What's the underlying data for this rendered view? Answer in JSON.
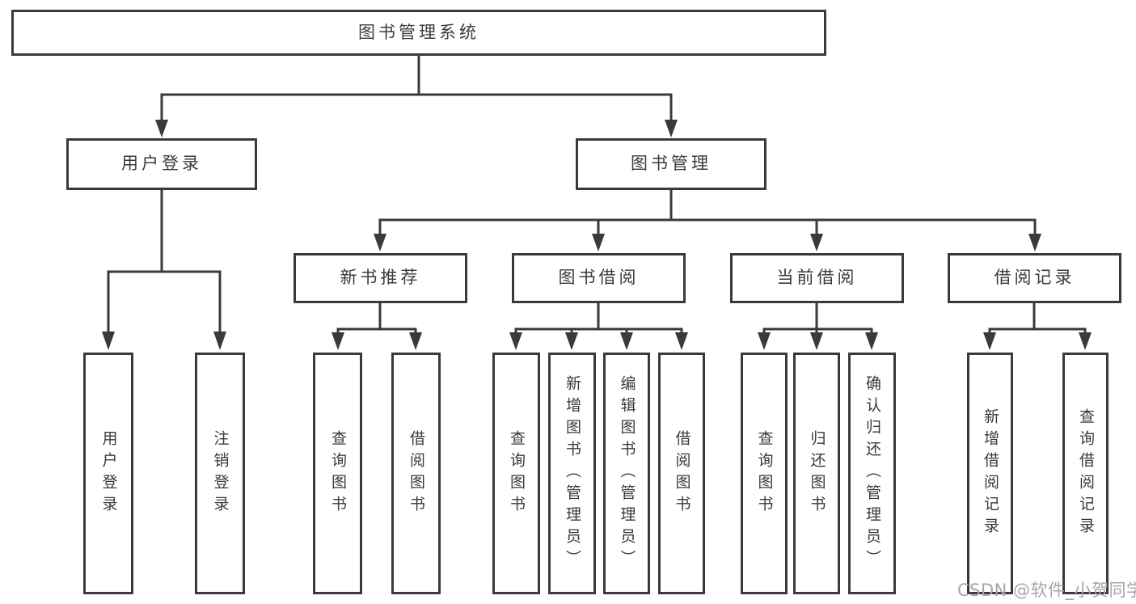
{
  "diagram": {
    "root": {
      "label": "图书管理系统"
    },
    "branches": [
      {
        "label": "用户登录",
        "children": [
          {
            "label": "用户登录"
          },
          {
            "label": "注销登录"
          }
        ]
      },
      {
        "label": "图书管理",
        "children": [
          {
            "label": "新书推荐",
            "children": [
              {
                "label": "查询图书"
              },
              {
                "label": "借阅图书"
              }
            ]
          },
          {
            "label": "图书借阅",
            "children": [
              {
                "label": "查询图书"
              },
              {
                "label": "新增图书（管理员）"
              },
              {
                "label": "编辑图书（管理员）"
              },
              {
                "label": "借阅图书"
              }
            ]
          },
          {
            "label": "当前借阅",
            "children": [
              {
                "label": "查询图书"
              },
              {
                "label": "归还图书"
              },
              {
                "label": "确认归还（管理员）"
              }
            ]
          },
          {
            "label": "借阅记录",
            "children": [
              {
                "label": "新增借阅记录"
              },
              {
                "label": "查询借阅记录"
              }
            ]
          }
        ]
      }
    ]
  },
  "watermark": {
    "text": "CSDN @软件_小贺同学"
  },
  "colors": {
    "line": "#3a3a3a",
    "box_border": "#3a3a3a",
    "text": "#3a3a3a",
    "background": "#ffffff",
    "watermark": "#a6a6a6"
  }
}
